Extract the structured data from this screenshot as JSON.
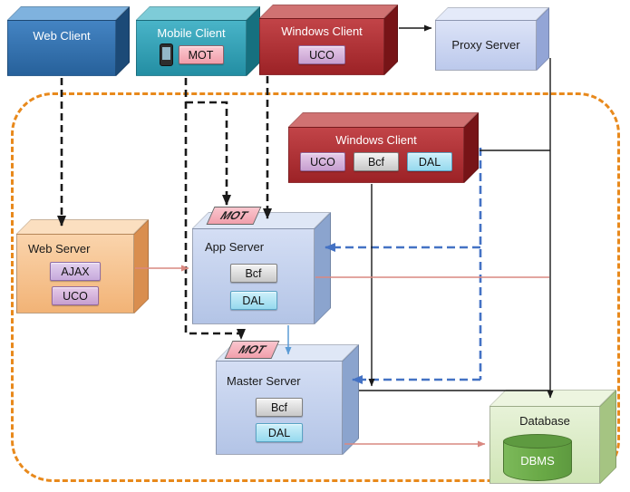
{
  "nodes": {
    "web_client": {
      "label": "Web Client"
    },
    "mobile_client": {
      "label": "Mobile Client",
      "badge_mot": "MOT"
    },
    "windows_client_top": {
      "label": "Windows Client",
      "badge_uco": "UCO"
    },
    "proxy_server": {
      "label": "Proxy Server"
    },
    "windows_client_inner": {
      "label": "Windows Client",
      "badge_uco": "UCO",
      "badge_bcf": "Bcf",
      "badge_dal": "DAL"
    },
    "web_server": {
      "label": "Web Server",
      "badge_ajax": "AJAX",
      "badge_uco": "UCO"
    },
    "app_server": {
      "label": "App Server",
      "tag_mot": "MOT",
      "badge_bcf": "Bcf",
      "badge_dal": "DAL"
    },
    "master_server": {
      "label": "Master Server",
      "tag_mot": "MOT",
      "badge_bcf": "Bcf",
      "badge_dal": "DAL"
    },
    "database": {
      "label": "Database",
      "dbms": "DBMS"
    }
  },
  "edges": [
    {
      "from": "web_client",
      "to": "web_server",
      "type": "dashed-black"
    },
    {
      "from": "mobile_client",
      "to": "app_server",
      "type": "dashed-black"
    },
    {
      "from": "mobile_client",
      "to": "master_server",
      "type": "dashed-black"
    },
    {
      "from": "windows_client_top",
      "to": "app_server",
      "type": "dashed-black"
    },
    {
      "from": "windows_client_top",
      "to": "proxy_server",
      "type": "solid-black"
    },
    {
      "from": "proxy_server",
      "to": "database",
      "type": "solid-black"
    },
    {
      "from": "windows_client_inner",
      "to": "database",
      "type": "solid-black"
    },
    {
      "from": "windows_client_inner",
      "to": "master_server",
      "type": "solid-black"
    },
    {
      "from": "windows_client_inner",
      "to": "app_server",
      "type": "dashed-blue"
    },
    {
      "from": "windows_client_inner",
      "to": "master_server",
      "type": "dashed-blue"
    },
    {
      "from": "web_server",
      "to": "app_server",
      "type": "solid-red"
    },
    {
      "from": "app_server",
      "to": "master_server",
      "type": "solid-blue"
    },
    {
      "from": "app_server",
      "to": "database_line",
      "type": "solid-red"
    },
    {
      "from": "master_server",
      "to": "database",
      "type": "solid-red"
    }
  ],
  "colors": {
    "boundary": "#E8891C",
    "dashed_black": "#1A1A1A",
    "dashed_blue": "#4472C4",
    "solid_blue": "#5B9BD5",
    "solid_red": "#D98880"
  }
}
